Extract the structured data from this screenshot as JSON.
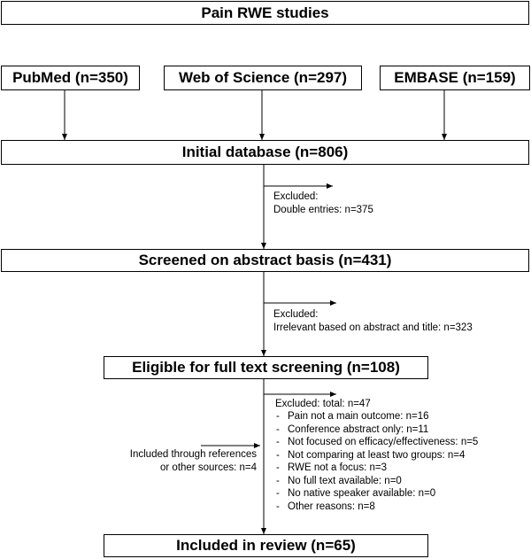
{
  "title": "Pain RWE studies",
  "sources": [
    {
      "label": "PubMed (n=350)"
    },
    {
      "label": "Web of Science (n=297)"
    },
    {
      "label": "EMBASE (n=159)"
    }
  ],
  "initial": "Initial database (n=806)",
  "excluded1": {
    "title": "Excluded:",
    "text": "Double entries: n=375"
  },
  "screened": "Screened on abstract basis (n=431)",
  "excluded2": {
    "title": "Excluded:",
    "text": "Irrelevant based on abstract and title: n=323"
  },
  "eligible": "Eligible for full text screening (n=108)",
  "excluded3": {
    "title": "Excluded: total: n=47",
    "reasons": [
      "Pain not a main outcome: n=16",
      "Conference abstract only: n=11",
      "Not focused on efficacy/effectiveness: n=5",
      "Not comparing at least two groups: n=4",
      "RWE not a focus: n=3",
      "No full text available: n=0",
      "No native speaker available: n=0",
      "Other reasons: n=8"
    ]
  },
  "included_through": {
    "line1": "Included through references",
    "line2": "or other sources: n=4"
  },
  "included": "Included in review (n=65)"
}
